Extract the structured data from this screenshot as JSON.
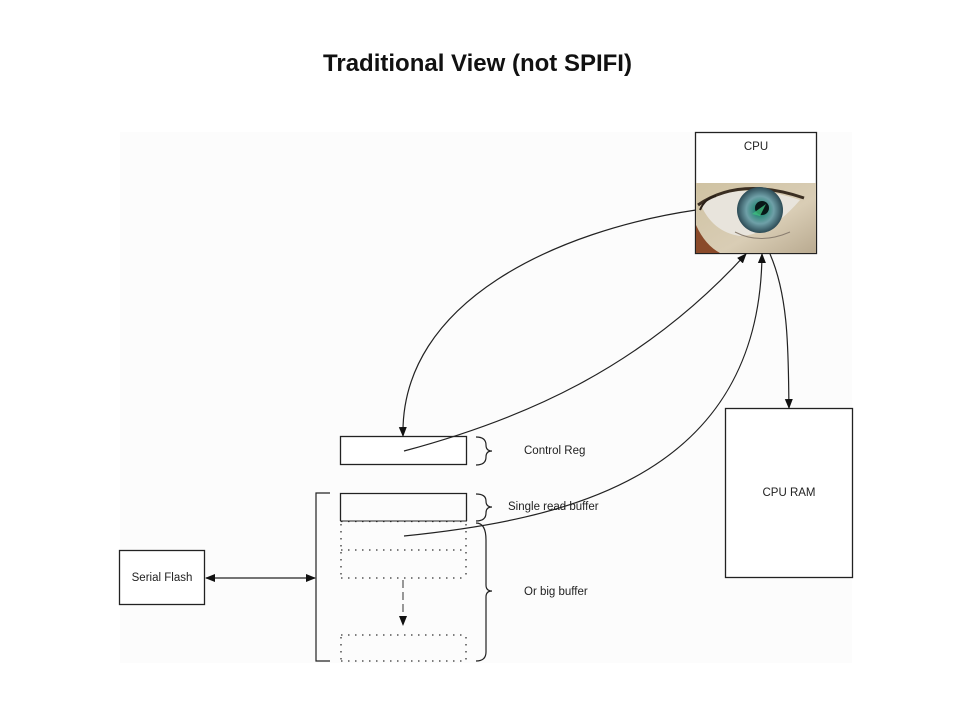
{
  "title": "Traditional View (not SPIFI)",
  "nodes": {
    "cpu": {
      "label": "CPU",
      "image": "eye-photo"
    },
    "cpu_ram": {
      "label": "CPU RAM"
    },
    "serial_flash": {
      "label": "Serial Flash"
    },
    "control_reg": {
      "label": "Control Reg"
    },
    "single_read_buffer": {
      "label": "Single read buffer"
    },
    "big_buffer": {
      "label": "Or big buffer"
    }
  },
  "edges": [
    {
      "from": "cpu",
      "to": "control_reg",
      "type": "arrow"
    },
    {
      "from": "control_reg",
      "to": "cpu",
      "type": "arrow"
    },
    {
      "from": "big_buffer",
      "to": "cpu",
      "type": "arrow"
    },
    {
      "from": "cpu",
      "to": "cpu_ram",
      "type": "arrow"
    },
    {
      "from": "serial_flash",
      "to": "buffer_group",
      "type": "bidirectional-arrow"
    },
    {
      "from": "big_buffer_top",
      "to": "big_buffer_bottom",
      "type": "dashed-arrow"
    }
  ]
}
